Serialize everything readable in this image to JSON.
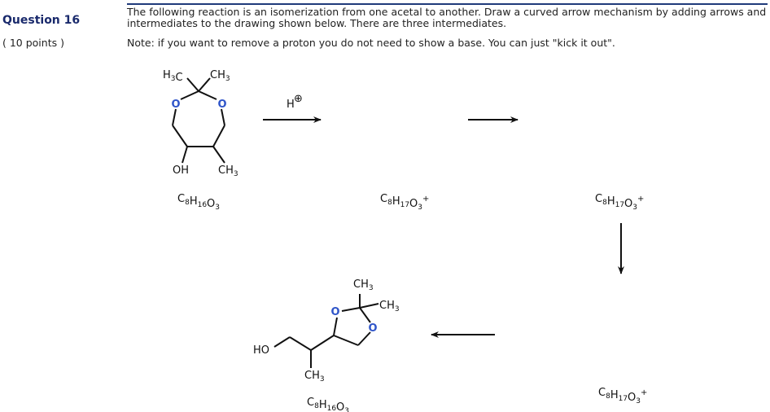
{
  "question": {
    "title": "Question 16",
    "points": "( 10 points )",
    "prompt": "The following reaction is an isomerization from one acetal to another.  Draw a curved arrow mechanism by adding arrows and intermediates to the drawing shown below. There are three intermediates.",
    "note": "Note: if you want to remove a proton you do not need to show a base.  You can just \"kick it out\"."
  },
  "scheme": {
    "start_molecule": {
      "gem_methyl_left": "H3C",
      "gem_methyl_right": "CH3",
      "ring_oxygen_left": "O",
      "ring_oxygen_right": "O",
      "hydroxyl": "OH",
      "methyl": "CH3",
      "formula": "C8H16O3"
    },
    "reagent": {
      "label": "H",
      "charge": "⊕"
    },
    "intermediate_1_formula": "C8H17O3+",
    "intermediate_2_formula": "C8H17O3+",
    "intermediate_3_formula": "C8H17O3+",
    "product_molecule": {
      "methyl_top": "CH3",
      "methyl_right": "CH3",
      "ring_oxygen_left": "O",
      "ring_oxygen_right": "O",
      "hydroxyl": "HO",
      "methyl_bottom": "CH3",
      "formula": "C8H16O3"
    }
  },
  "colors": {
    "oxygen": "#2f55c9",
    "heading": "#1a2a6c",
    "rule": "#1f3a7a",
    "ink": "#111111"
  }
}
